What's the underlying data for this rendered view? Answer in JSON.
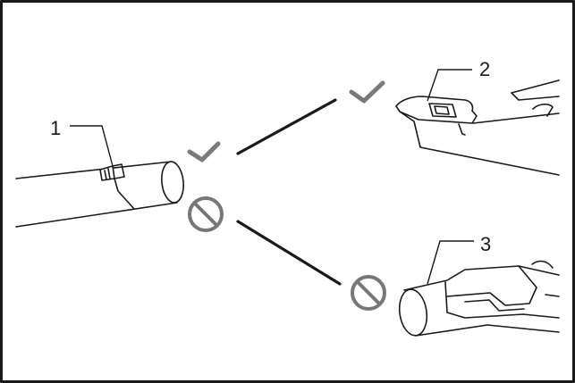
{
  "callouts": {
    "part1": "1",
    "part2": "2",
    "part3": "3"
  },
  "icons": {
    "allowed": "checkmark-icon",
    "forbidden": "prohibited-icon"
  },
  "colors": {
    "line": "#1a1a1a",
    "tick": "#7a7a7a",
    "prohibited": "#777777",
    "frame": "#1a1a1a"
  }
}
